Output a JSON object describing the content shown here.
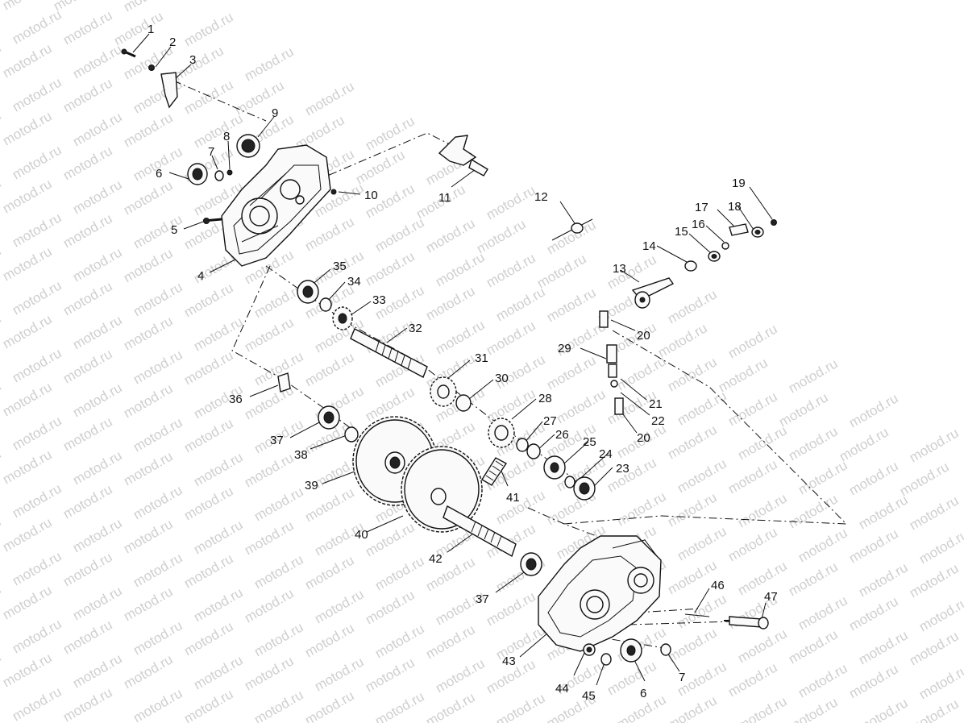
{
  "watermark": "motod.ru",
  "callouts": [
    {
      "id": "1",
      "text": "1"
    },
    {
      "id": "2",
      "text": "2"
    },
    {
      "id": "3",
      "text": "3"
    },
    {
      "id": "4",
      "text": "4"
    },
    {
      "id": "5",
      "text": "5"
    },
    {
      "id": "6a",
      "text": "6"
    },
    {
      "id": "7a",
      "text": "7"
    },
    {
      "id": "8",
      "text": "8"
    },
    {
      "id": "9",
      "text": "9"
    },
    {
      "id": "10",
      "text": "10"
    },
    {
      "id": "11",
      "text": "11"
    },
    {
      "id": "12",
      "text": "12"
    },
    {
      "id": "13",
      "text": "13"
    },
    {
      "id": "14",
      "text": "14"
    },
    {
      "id": "15",
      "text": "15"
    },
    {
      "id": "16",
      "text": "16"
    },
    {
      "id": "17",
      "text": "17"
    },
    {
      "id": "18",
      "text": "18"
    },
    {
      "id": "19",
      "text": "19"
    },
    {
      "id": "20a",
      "text": "20"
    },
    {
      "id": "20b",
      "text": "20"
    },
    {
      "id": "21",
      "text": "21"
    },
    {
      "id": "22",
      "text": "22"
    },
    {
      "id": "23",
      "text": "23"
    },
    {
      "id": "24",
      "text": "24"
    },
    {
      "id": "25",
      "text": "25"
    },
    {
      "id": "26",
      "text": "26"
    },
    {
      "id": "27",
      "text": "27"
    },
    {
      "id": "28",
      "text": "28"
    },
    {
      "id": "29",
      "text": "29"
    },
    {
      "id": "30",
      "text": "30"
    },
    {
      "id": "31",
      "text": "31"
    },
    {
      "id": "32",
      "text": "32"
    },
    {
      "id": "33",
      "text": "33"
    },
    {
      "id": "34",
      "text": "34"
    },
    {
      "id": "35",
      "text": "35"
    },
    {
      "id": "36",
      "text": "36"
    },
    {
      "id": "37a",
      "text": "37"
    },
    {
      "id": "37b",
      "text": "37"
    },
    {
      "id": "38",
      "text": "38"
    },
    {
      "id": "39",
      "text": "39"
    },
    {
      "id": "40",
      "text": "40"
    },
    {
      "id": "41",
      "text": "41"
    },
    {
      "id": "42",
      "text": "42"
    },
    {
      "id": "43",
      "text": "43"
    },
    {
      "id": "44",
      "text": "44"
    },
    {
      "id": "45",
      "text": "45"
    },
    {
      "id": "6b",
      "text": "6"
    },
    {
      "id": "7b",
      "text": "7"
    },
    {
      "id": "46",
      "text": "46"
    },
    {
      "id": "47",
      "text": "47"
    }
  ]
}
